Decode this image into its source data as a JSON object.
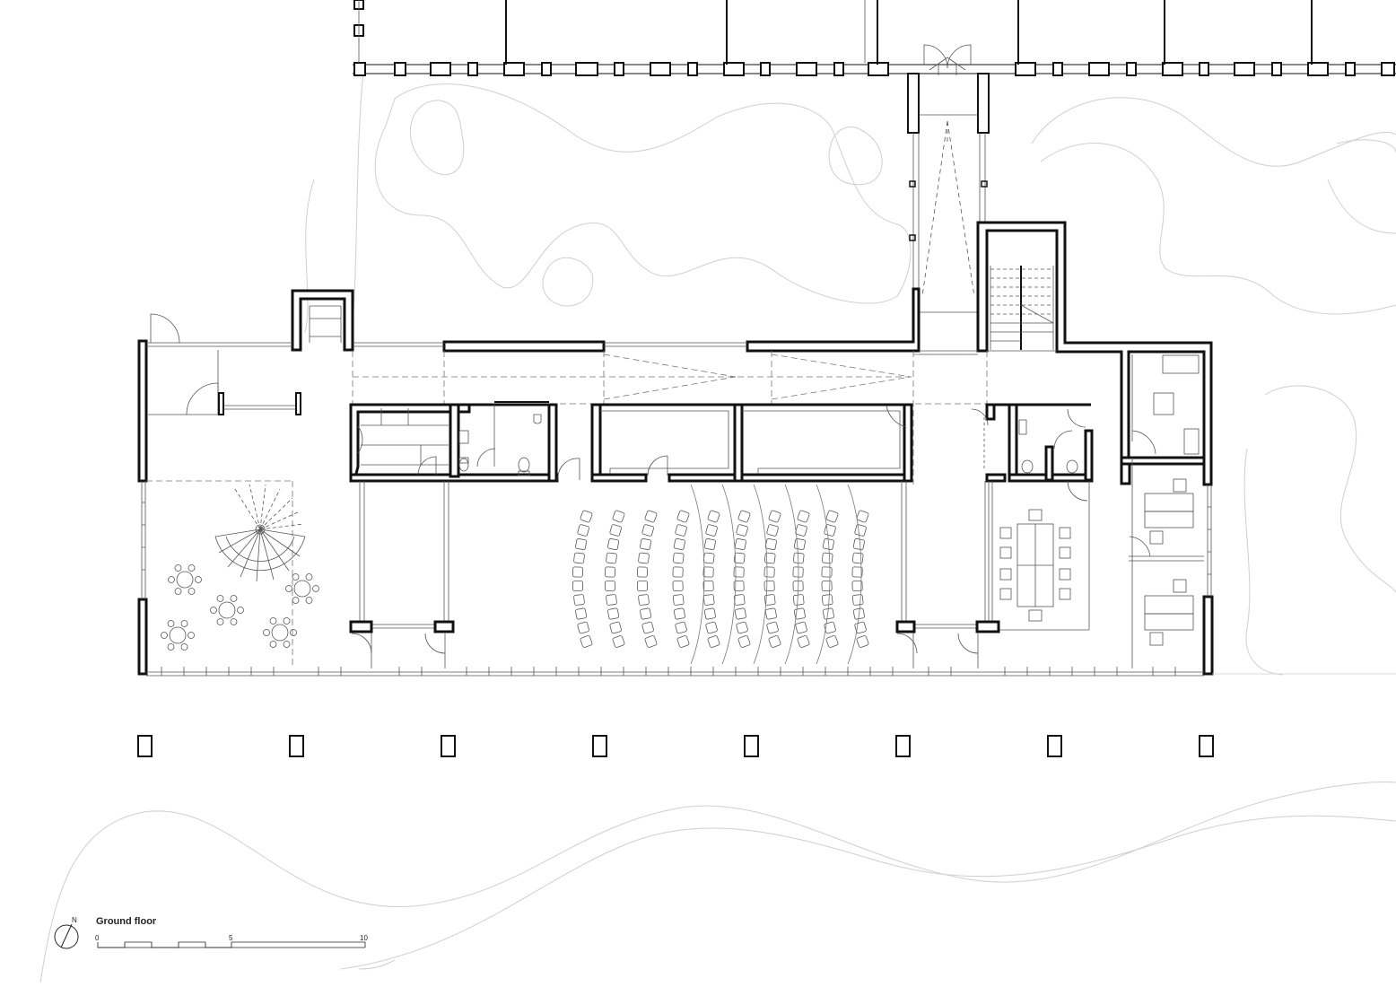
{
  "drawing": {
    "title": "Ground floor",
    "north_symbol": "N",
    "scale_labels": [
      "0",
      "5",
      "10"
    ]
  },
  "colors": {
    "wall": "#111111",
    "fine_line": "#555555",
    "landscape": "#cfcfcf",
    "background": "#ffffff"
  },
  "icons": [
    "north-arrow-icon",
    "scale-bar-icon",
    "spiral-stair-icon",
    "door-swing-icon",
    "chair-icon",
    "round-table-icon",
    "wc-icon"
  ]
}
